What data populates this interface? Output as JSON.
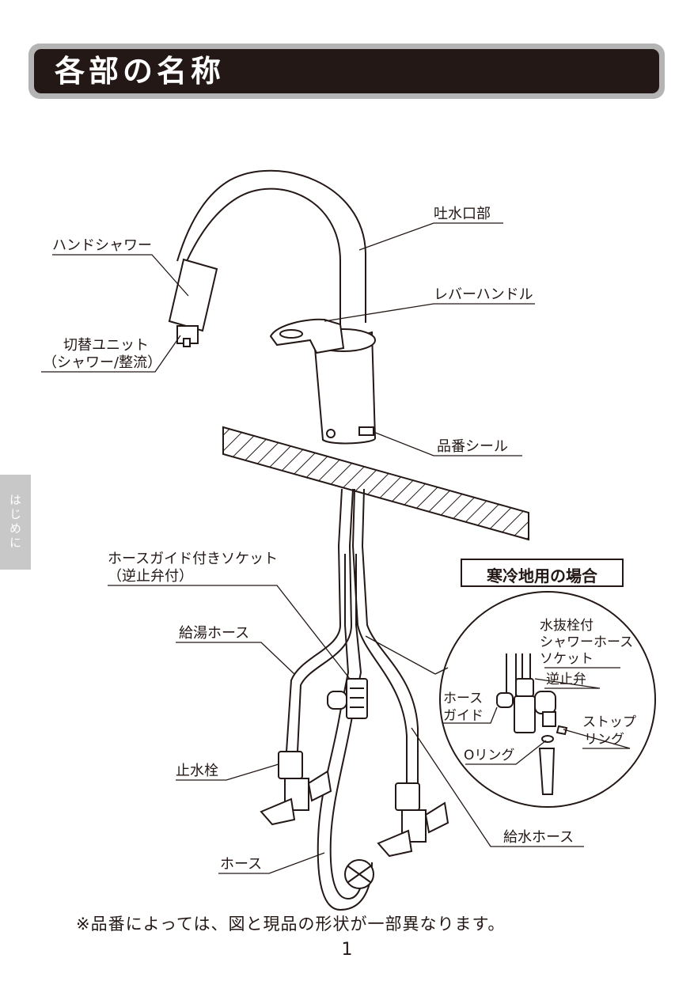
{
  "title": "各部の名称",
  "side_tab": "はじめに",
  "labels": {
    "spout": "吐水口部",
    "hand_shower": "ハンドシャワー",
    "lever_handle": "レバーハンドル",
    "switch_unit_1": "切替ユニット",
    "switch_unit_2": "（シャワー/整流）",
    "part_number_seal": "品番シール",
    "hose_guide_socket_1": "ホースガイド付きソケット",
    "hose_guide_socket_2": "（逆止弁付）",
    "hot_water_hose": "給湯ホース",
    "stop_valve": "止水栓",
    "hose": "ホース",
    "water_supply_hose": "給水ホース"
  },
  "cold_region": {
    "heading": "寒冷地用の場合",
    "drain_socket_1": "水抜栓付",
    "drain_socket_2": "シャワーホース",
    "drain_socket_3": "ソケット",
    "check_valve": "逆止弁",
    "hose_guide_1": "ホース",
    "hose_guide_2": "ガイド",
    "o_ring": "Oリング",
    "stop_ring_1": "ストップ",
    "stop_ring_2": "リング"
  },
  "note": "※品番によっては、図と現品の形状が一部異なります。",
  "page_number": "1"
}
